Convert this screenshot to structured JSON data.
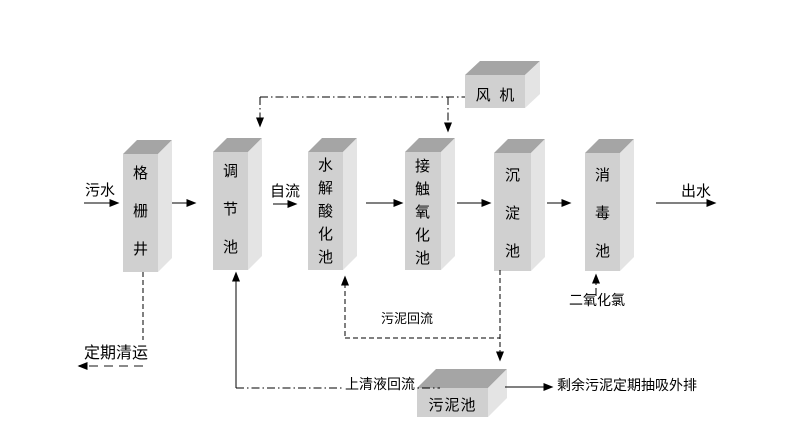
{
  "diagram": {
    "type": "process-flowchart",
    "boxes": [
      {
        "id": "grid-well",
        "label": "格栅井"
      },
      {
        "id": "regulating-tank",
        "label": "调节池"
      },
      {
        "id": "hydrolysis-tank",
        "label": "水解酸化池"
      },
      {
        "id": "contact-oxidation-tank",
        "label": "接触氧化池"
      },
      {
        "id": "sedimentation-tank",
        "label": "沉淀池"
      },
      {
        "id": "disinfection-tank",
        "label": "消毒池"
      },
      {
        "id": "fan",
        "label": "风 机"
      },
      {
        "id": "sludge-tank",
        "label": "污泥池"
      }
    ],
    "labels": {
      "inflow": "污水",
      "gravity_flow": "自流",
      "outflow": "出水",
      "periodic_removal": "定期清运",
      "sludge_return": "污泥回流",
      "supernatant_return": "上清液回流",
      "chlorine_dioxide": "二氧化氯",
      "excess_sludge": "剩余污泥定期抽吸外排"
    },
    "connections": [
      {
        "from": "污水",
        "to": "格栅井",
        "style": "solid"
      },
      {
        "from": "格栅井",
        "to": "调节池",
        "style": "solid"
      },
      {
        "from": "调节池",
        "to": "水解酸化池",
        "style": "solid",
        "label": "自流"
      },
      {
        "from": "水解酸化池",
        "to": "接触氧化池",
        "style": "solid"
      },
      {
        "from": "接触氧化池",
        "to": "沉淀池",
        "style": "solid"
      },
      {
        "from": "沉淀池",
        "to": "消毒池",
        "style": "solid"
      },
      {
        "from": "消毒池",
        "to": "出水",
        "style": "solid"
      },
      {
        "from": "风机",
        "to": "调节池",
        "style": "dash-dot"
      },
      {
        "from": "风机",
        "to": "接触氧化池",
        "style": "dash-dot"
      },
      {
        "from": "格栅井",
        "to": "定期清运",
        "style": "dashed"
      },
      {
        "from": "沉淀池",
        "to": "水解酸化池",
        "style": "dashed",
        "label": "污泥回流"
      },
      {
        "from": "沉淀池",
        "to": "污泥池",
        "style": "dashed"
      },
      {
        "from": "污泥池",
        "to": "调节池",
        "style": "dash-dot",
        "label": "上清液回流"
      },
      {
        "from": "二氧化氯",
        "to": "消毒池",
        "style": "dash-dot"
      },
      {
        "from": "污泥池",
        "to": "剩余污泥定期抽吸外排",
        "style": "solid"
      }
    ],
    "colors": {
      "box_front": "#d0d0d0",
      "box_top": "#a5a5a5",
      "box_side": "#e4e4e4",
      "line": "#000000"
    }
  }
}
